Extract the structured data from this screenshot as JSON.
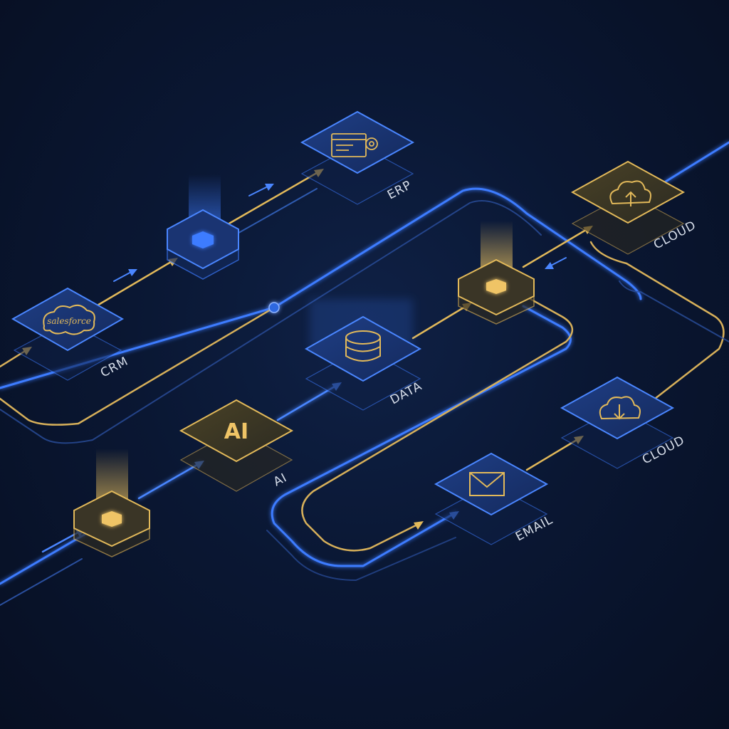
{
  "diagram": {
    "colors": {
      "background": "#081226",
      "blue_accent": "#3d7bff",
      "gold_accent": "#e2b95a",
      "label_text": "#d7deea"
    },
    "nodes": [
      {
        "id": "crm",
        "label": "CRM",
        "icon": "brand-logo-icon",
        "logo_text": "salesforce",
        "style": "blue"
      },
      {
        "id": "erp",
        "label": "ERP",
        "icon": "browser-gear-icon",
        "style": "blue"
      },
      {
        "id": "cloud1",
        "label": "CLOUD",
        "icon": "cloud-upload-icon",
        "style": "gold"
      },
      {
        "id": "data",
        "label": "DATA",
        "icon": "database-icon",
        "style": "blue"
      },
      {
        "id": "ai",
        "label": "AI",
        "icon": "ai-text-icon",
        "icon_text": "AI",
        "style": "gold"
      },
      {
        "id": "email",
        "label": "EMAIL",
        "icon": "envelope-icon",
        "style": "blue"
      },
      {
        "id": "cloud2",
        "label": "CLOUD",
        "icon": "cloud-download-icon",
        "style": "blue"
      }
    ],
    "hubs": [
      {
        "id": "hub-top",
        "style": "blue"
      },
      {
        "id": "hub-middle",
        "style": "gold"
      },
      {
        "id": "hub-bottom",
        "style": "gold"
      }
    ],
    "connections": [
      {
        "from": "crm",
        "to": "hub-top"
      },
      {
        "from": "hub-top",
        "to": "erp"
      },
      {
        "from": "data",
        "to": "hub-middle"
      },
      {
        "from": "hub-middle",
        "to": "cloud1"
      },
      {
        "from": "hub-bottom",
        "to": "ai"
      },
      {
        "from": "ai",
        "to": "data"
      },
      {
        "from": "email",
        "to": "cloud2"
      }
    ]
  }
}
